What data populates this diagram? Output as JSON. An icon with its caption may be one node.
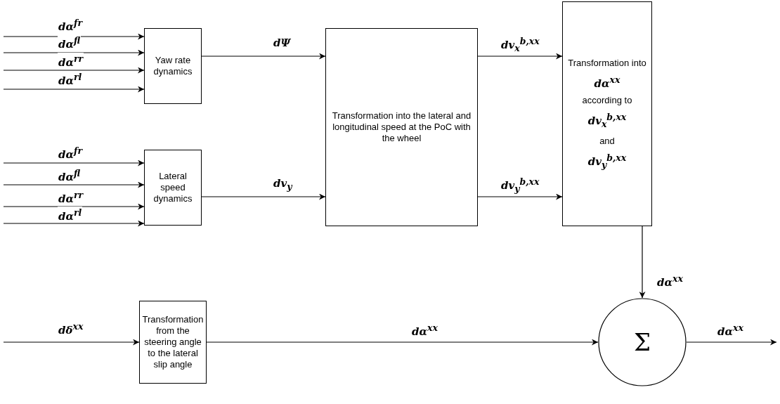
{
  "diagram": {
    "nodes": [
      {
        "text": [
          "Yaw rate dynamics"
        ]
      },
      {
        "text": [
          "Lateral speed dynamics"
        ]
      },
      {
        "text": [
          "Transformation into the lateral and longitudinal speed at the PoC with the wheel"
        ]
      },
      {
        "text": [
          "Transformation into",
          "dα$^{xx}$",
          "according to",
          "dv$_{x}$$^{b,xx}$",
          "and",
          "dv$_{y}$$^{b,xx}$"
        ]
      },
      {
        "text": [
          "Transformation from the steering angle to the lateral slip angle"
        ]
      },
      {
        "text": [
          "Σ"
        ]
      }
    ],
    "edges": [
      {
        "from": null,
        "to": 0,
        "arrow": "to",
        "label": "dα$^{fr}$"
      },
      {
        "from": null,
        "to": 0,
        "arrow": "to",
        "label": "dα$^{fl}$"
      },
      {
        "from": null,
        "to": 0,
        "arrow": "to",
        "label": "dα$^{rr}$"
      },
      {
        "from": null,
        "to": 0,
        "arrow": "to",
        "label": "dα$^{rl}$"
      },
      {
        "from": null,
        "to": 1,
        "arrow": "to",
        "label": "dα$^{fr}$"
      },
      {
        "from": null,
        "to": 1,
        "arrow": "to",
        "label": "dα$^{fl}$"
      },
      {
        "from": null,
        "to": 1,
        "arrow": "to",
        "label": "dα$^{rr}$"
      },
      {
        "from": null,
        "to": 1,
        "arrow": "to",
        "label": "dα$^{rl}$"
      },
      {
        "from": 0,
        "to": 2,
        "arrow": "to",
        "label": "dΨ"
      },
      {
        "from": 1,
        "to": 2,
        "arrow": "to",
        "label": "dv$_{y}$"
      },
      {
        "from": 2,
        "to": 3,
        "arrow": "to",
        "label": "dv$_{x}$$^{b,xx}$"
      },
      {
        "from": 2,
        "to": 3,
        "arrow": "to",
        "label": "dv$_{y}$$^{b,xx}$"
      },
      {
        "from": 3,
        "to": 5,
        "arrow": "to",
        "label": "dα$^{xx}$"
      },
      {
        "from": null,
        "to": 4,
        "arrow": "to",
        "label": "dδ$^{xx}$"
      },
      {
        "from": 4,
        "to": 5,
        "arrow": "to",
        "label": "dα$^{xx}$"
      },
      {
        "from": 5,
        "to": null,
        "arrow": "to",
        "label": "dα$^{xx}$"
      }
    ]
  }
}
